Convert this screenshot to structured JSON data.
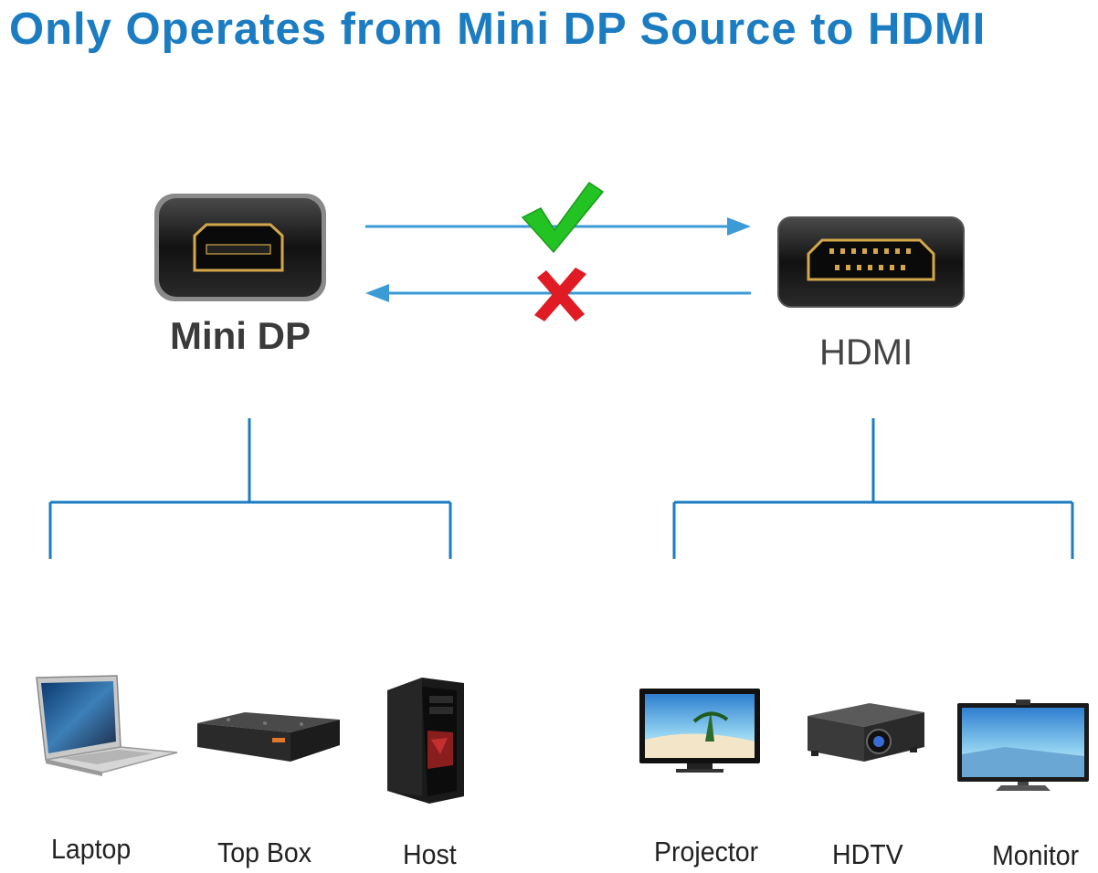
{
  "title": "Only Operates from Mini DP Source to HDMI",
  "source": {
    "label": "Mini DP"
  },
  "target": {
    "label": "HDMI"
  },
  "colors": {
    "accent": "#1b7cc1",
    "arrow": "#3a9bd5",
    "check": "#22c322",
    "cross": "#e01b24",
    "port_gold": "#d4a84a"
  },
  "icons": {
    "allowed": "check-mark-icon",
    "blocked": "x-mark-icon"
  },
  "source_devices": [
    {
      "label": "Laptop",
      "icon": "laptop-icon"
    },
    {
      "label": "Top Box",
      "icon": "set-top-box-icon"
    },
    {
      "label": "Host",
      "icon": "pc-tower-icon"
    }
  ],
  "target_devices": [
    {
      "label": "Projector",
      "icon": "tv-icon"
    },
    {
      "label": "HDTV",
      "icon": "projector-icon"
    },
    {
      "label": "Monitor",
      "icon": "monitor-icon"
    }
  ]
}
